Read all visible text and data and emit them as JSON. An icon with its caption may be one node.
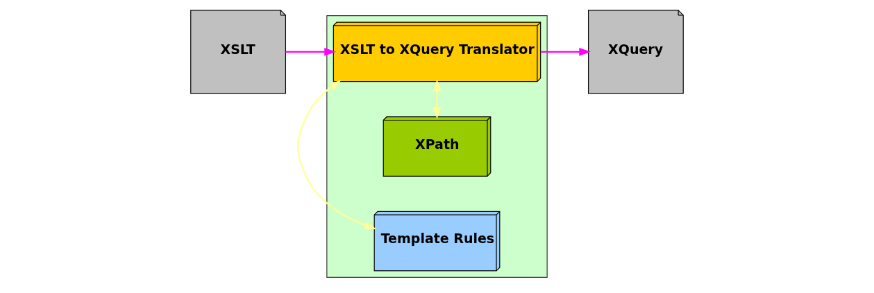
{
  "diagram": {
    "nodes": [
      {
        "text": [
          "XSLT"
        ]
      },
      {
        "text": [],
        "shape": "box"
      },
      {
        "text": [
          "XSLT to XQuery Translator"
        ],
        "in": 1
      },
      {
        "text": [
          "XPath"
        ],
        "in": 1
      },
      {
        "text": [
          "Template Rules"
        ],
        "in": 1
      },
      {
        "text": [
          "XQuery"
        ]
      }
    ],
    "edges": [
      {
        "from": 0,
        "to": 2,
        "arrow": "to",
        "color": "#ff00ff"
      },
      {
        "from": 2,
        "to": 5,
        "arrow": "to",
        "color": "#ff00ff"
      },
      {
        "from": 2,
        "to": 3,
        "arrow": "both",
        "color": "#ffff99"
      },
      {
        "from": 2,
        "to": 4,
        "arrow": "both",
        "color": "#ffff99"
      }
    ]
  }
}
